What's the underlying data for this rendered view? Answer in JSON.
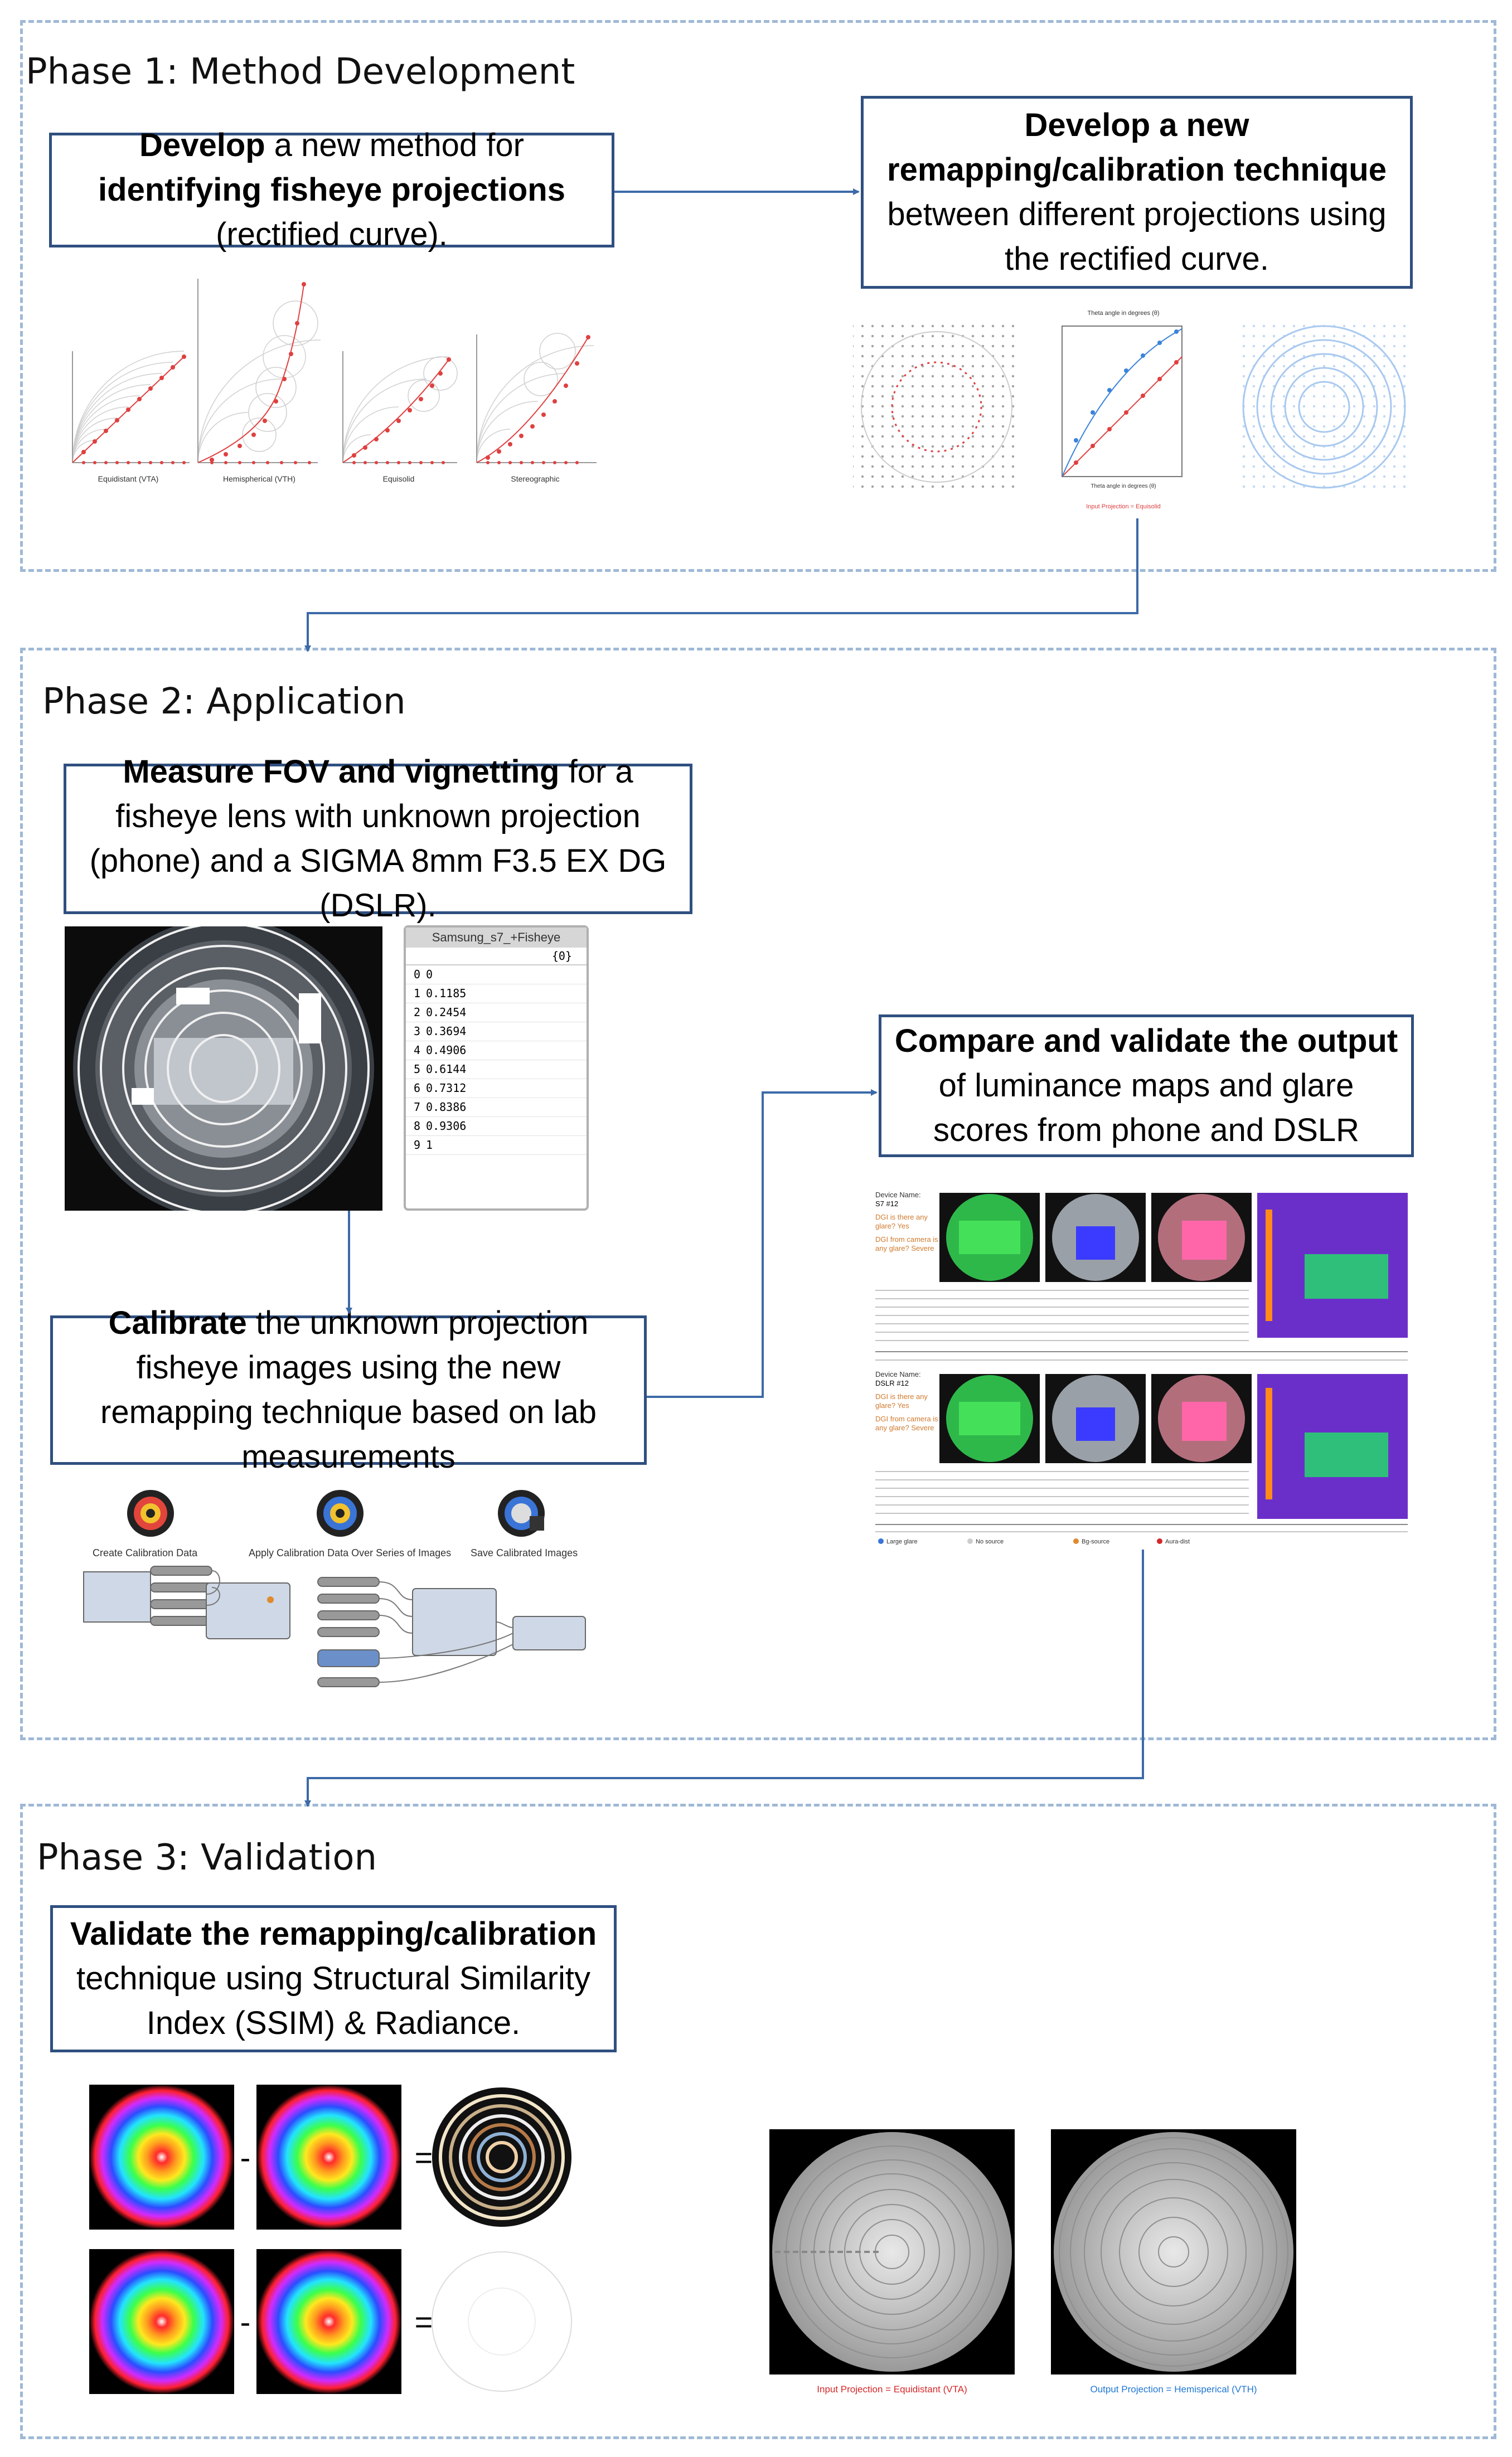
{
  "phase1": {
    "title": "Phase 1: Method Development",
    "box_identify": {
      "b1": "Develop",
      "t1": " a new method for ",
      "b2": "identifying fisheye projections",
      "t2": " (rectified curve)."
    },
    "box_remap": {
      "b1": "Develop a new remapping/calibration technique",
      "t1": " between different projections using the rectified curve."
    },
    "curve_labels": [
      "Equidistant (VTA)",
      "Hemispherical (VTH)",
      "Equisolid",
      "Stereographic"
    ],
    "remap_axis_top": "Theta angle in degrees (θ)",
    "remap_axis_bottom": "Theta angle in degrees (θ)",
    "remap_caption": "Input Projection = Equisolid"
  },
  "phase2": {
    "title": "Phase 2: Application",
    "box_measure": {
      "b1": "Measure FOV and vignetting",
      "t1": " for a fisheye lens with unknown projection (phone) and a SIGMA 8mm F3.5 EX DG (DSLR)."
    },
    "box_compare": {
      "b1": "Compare and validate the output",
      "t1": " of luminance maps and glare scores from phone and DSLR"
    },
    "box_calibrate": {
      "b1": "Calibrate",
      "t1": " the unknown projection fisheye images using the new remapping technique based on lab measurements"
    },
    "table": {
      "title": "Samsung_s7_+Fisheye",
      "header": "{0}",
      "rows": [
        {
          "i": "0",
          "v": "0"
        },
        {
          "i": "1",
          "v": "0.1185"
        },
        {
          "i": "2",
          "v": "0.2454"
        },
        {
          "i": "3",
          "v": "0.3694"
        },
        {
          "i": "4",
          "v": "0.4906"
        },
        {
          "i": "5",
          "v": "0.6144"
        },
        {
          "i": "6",
          "v": "0.7312"
        },
        {
          "i": "7",
          "v": "0.8386"
        },
        {
          "i": "8",
          "v": "0.9306"
        },
        {
          "i": "9",
          "v": "1"
        }
      ]
    },
    "device1": {
      "label": "Device Name:",
      "name": "S7",
      "num": "#12",
      "q1": "DGI is there any glare? Yes",
      "q2": "DGI from camera is any glare? Severe"
    },
    "device2": {
      "label": "Device Name:",
      "name": "DSLR",
      "num": "#12",
      "q1": "DGI is there any glare? Yes",
      "q2": "DGI from camera is any glare? Severe"
    },
    "legend": [
      "Large glare",
      "No source",
      "Bg-source",
      "Aura-dist"
    ],
    "gh_labels": [
      "Create Calibration Data",
      "Apply Calibration Data Over Series of Images",
      "Save Calibrated Images"
    ]
  },
  "phase3": {
    "title": "Phase 3: Validation",
    "box_validate": {
      "b1": "Validate the remapping/calibration",
      "t1": " technique using Structural Similarity Index (SSIM) & Radiance."
    },
    "minus": "-",
    "equals": "=",
    "input_caption": "Input Projection = Equidistant (VTA)",
    "output_caption": "Output Projection = Hemisperical (VTH)"
  },
  "colors": {
    "box_border": "#2f4f7f",
    "dashed": "#9fb9d6",
    "arrow": "#3c6aa8",
    "red": "#d62728",
    "blue": "#1f77d4"
  }
}
